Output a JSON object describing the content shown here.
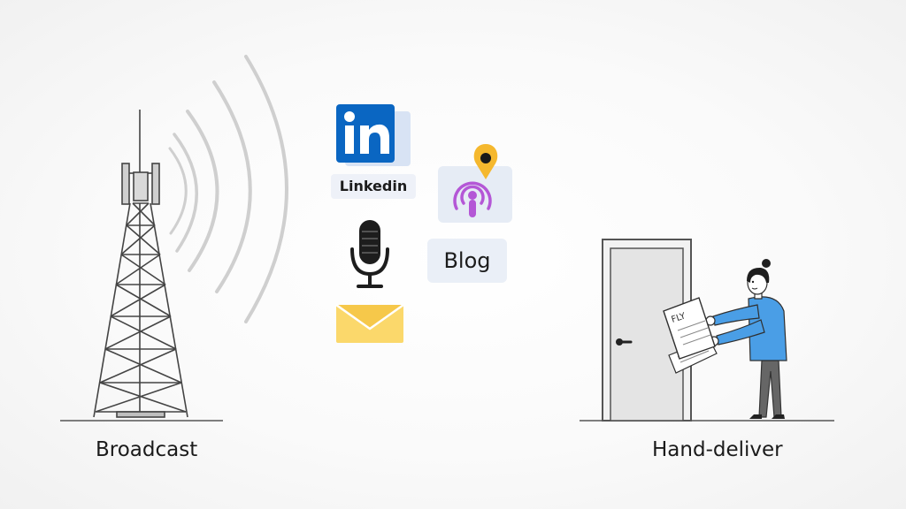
{
  "captions": {
    "left": "Broadcast",
    "right": "Hand-deliver"
  },
  "channels": {
    "linkedin_label": "Linkedin",
    "blog_label": "Blog",
    "icons": [
      "linkedin-icon",
      "podcast-icon",
      "location-pin-icon",
      "microphone-icon",
      "envelope-icon"
    ]
  },
  "letter_text": "FLY",
  "colors": {
    "linkedin_blue": "#0a66c2",
    "podcast_purple": "#b457d6",
    "pin_yellow": "#f5b82e",
    "envelope_yellow": "#fbd86b",
    "shirt_blue": "#4a9ee6",
    "door_gray": "#e4e4e4"
  }
}
